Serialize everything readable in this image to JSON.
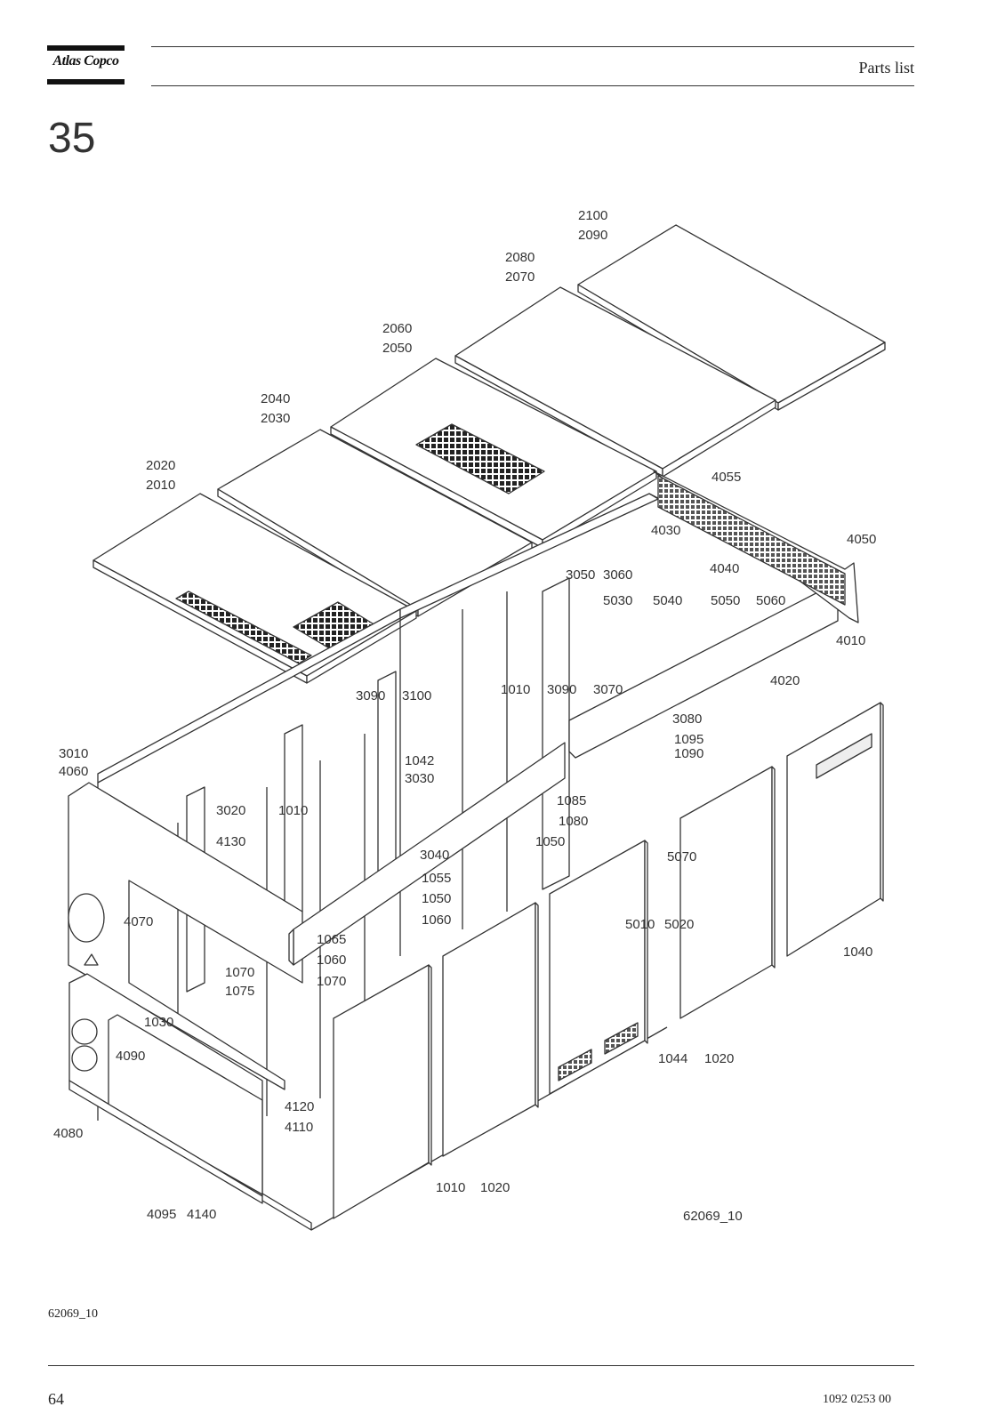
{
  "header": {
    "brand": "Atlas Copco",
    "title": "Parts list"
  },
  "section": {
    "number": "35"
  },
  "figure": {
    "drawing_code": "62069_10",
    "callouts": [
      {
        "id": "c2100",
        "label": "2100"
      },
      {
        "id": "c2090",
        "label": "2090"
      },
      {
        "id": "c2080",
        "label": "2080"
      },
      {
        "id": "c2070",
        "label": "2070"
      },
      {
        "id": "c2060",
        "label": "2060"
      },
      {
        "id": "c2050",
        "label": "2050"
      },
      {
        "id": "c2040",
        "label": "2040"
      },
      {
        "id": "c2030",
        "label": "2030"
      },
      {
        "id": "c2020",
        "label": "2020"
      },
      {
        "id": "c2010",
        "label": "2010"
      },
      {
        "id": "c4055",
        "label": "4055"
      },
      {
        "id": "c4030",
        "label": "4030"
      },
      {
        "id": "c4050",
        "label": "4050"
      },
      {
        "id": "c4040",
        "label": "4040"
      },
      {
        "id": "c3050",
        "label": "3050"
      },
      {
        "id": "c3060",
        "label": "3060"
      },
      {
        "id": "c5030",
        "label": "5030"
      },
      {
        "id": "c5040",
        "label": "5040"
      },
      {
        "id": "c5050",
        "label": "5050"
      },
      {
        "id": "c5060",
        "label": "5060"
      },
      {
        "id": "c4010",
        "label": "4010"
      },
      {
        "id": "c4020",
        "label": "4020"
      },
      {
        "id": "c3090a",
        "label": "3090"
      },
      {
        "id": "c3100",
        "label": "3100"
      },
      {
        "id": "c1010a",
        "label": "1010"
      },
      {
        "id": "c3090b",
        "label": "3090"
      },
      {
        "id": "c3070",
        "label": "3070"
      },
      {
        "id": "c3080",
        "label": "3080"
      },
      {
        "id": "c1095",
        "label": "1095"
      },
      {
        "id": "c1090",
        "label": "1090"
      },
      {
        "id": "c3010",
        "label": "3010"
      },
      {
        "id": "c4060",
        "label": "4060"
      },
      {
        "id": "c1042",
        "label": "1042"
      },
      {
        "id": "c3030",
        "label": "3030"
      },
      {
        "id": "c3020",
        "label": "3020"
      },
      {
        "id": "c1010b",
        "label": "1010"
      },
      {
        "id": "c4130",
        "label": "4130"
      },
      {
        "id": "c1085",
        "label": "1085"
      },
      {
        "id": "c1080",
        "label": "1080"
      },
      {
        "id": "c1050a",
        "label": "1050"
      },
      {
        "id": "c3040",
        "label": "3040"
      },
      {
        "id": "c1055",
        "label": "1055"
      },
      {
        "id": "c1050b",
        "label": "1050"
      },
      {
        "id": "c1060a",
        "label": "1060"
      },
      {
        "id": "c5070",
        "label": "5070"
      },
      {
        "id": "c4070",
        "label": "4070"
      },
      {
        "id": "c1065",
        "label": "1065"
      },
      {
        "id": "c1060b",
        "label": "1060"
      },
      {
        "id": "c1070a",
        "label": "1070"
      },
      {
        "id": "c5010",
        "label": "5010"
      },
      {
        "id": "c5020",
        "label": "5020"
      },
      {
        "id": "c1040",
        "label": "1040"
      },
      {
        "id": "c1070b",
        "label": "1070"
      },
      {
        "id": "c1075",
        "label": "1075"
      },
      {
        "id": "c1030",
        "label": "1030"
      },
      {
        "id": "c4090",
        "label": "4090"
      },
      {
        "id": "c1044",
        "label": "1044"
      },
      {
        "id": "c1020a",
        "label": "1020"
      },
      {
        "id": "c4120",
        "label": "4120"
      },
      {
        "id": "c4110",
        "label": "4110"
      },
      {
        "id": "c4080",
        "label": "4080"
      },
      {
        "id": "c1010c",
        "label": "1010"
      },
      {
        "id": "c1020b",
        "label": "1020"
      },
      {
        "id": "c4095",
        "label": "4095"
      },
      {
        "id": "c4140",
        "label": "4140"
      }
    ]
  },
  "footer": {
    "drawing_code": "62069_10",
    "page_number": "64",
    "document_number": "1092 0253 00"
  }
}
